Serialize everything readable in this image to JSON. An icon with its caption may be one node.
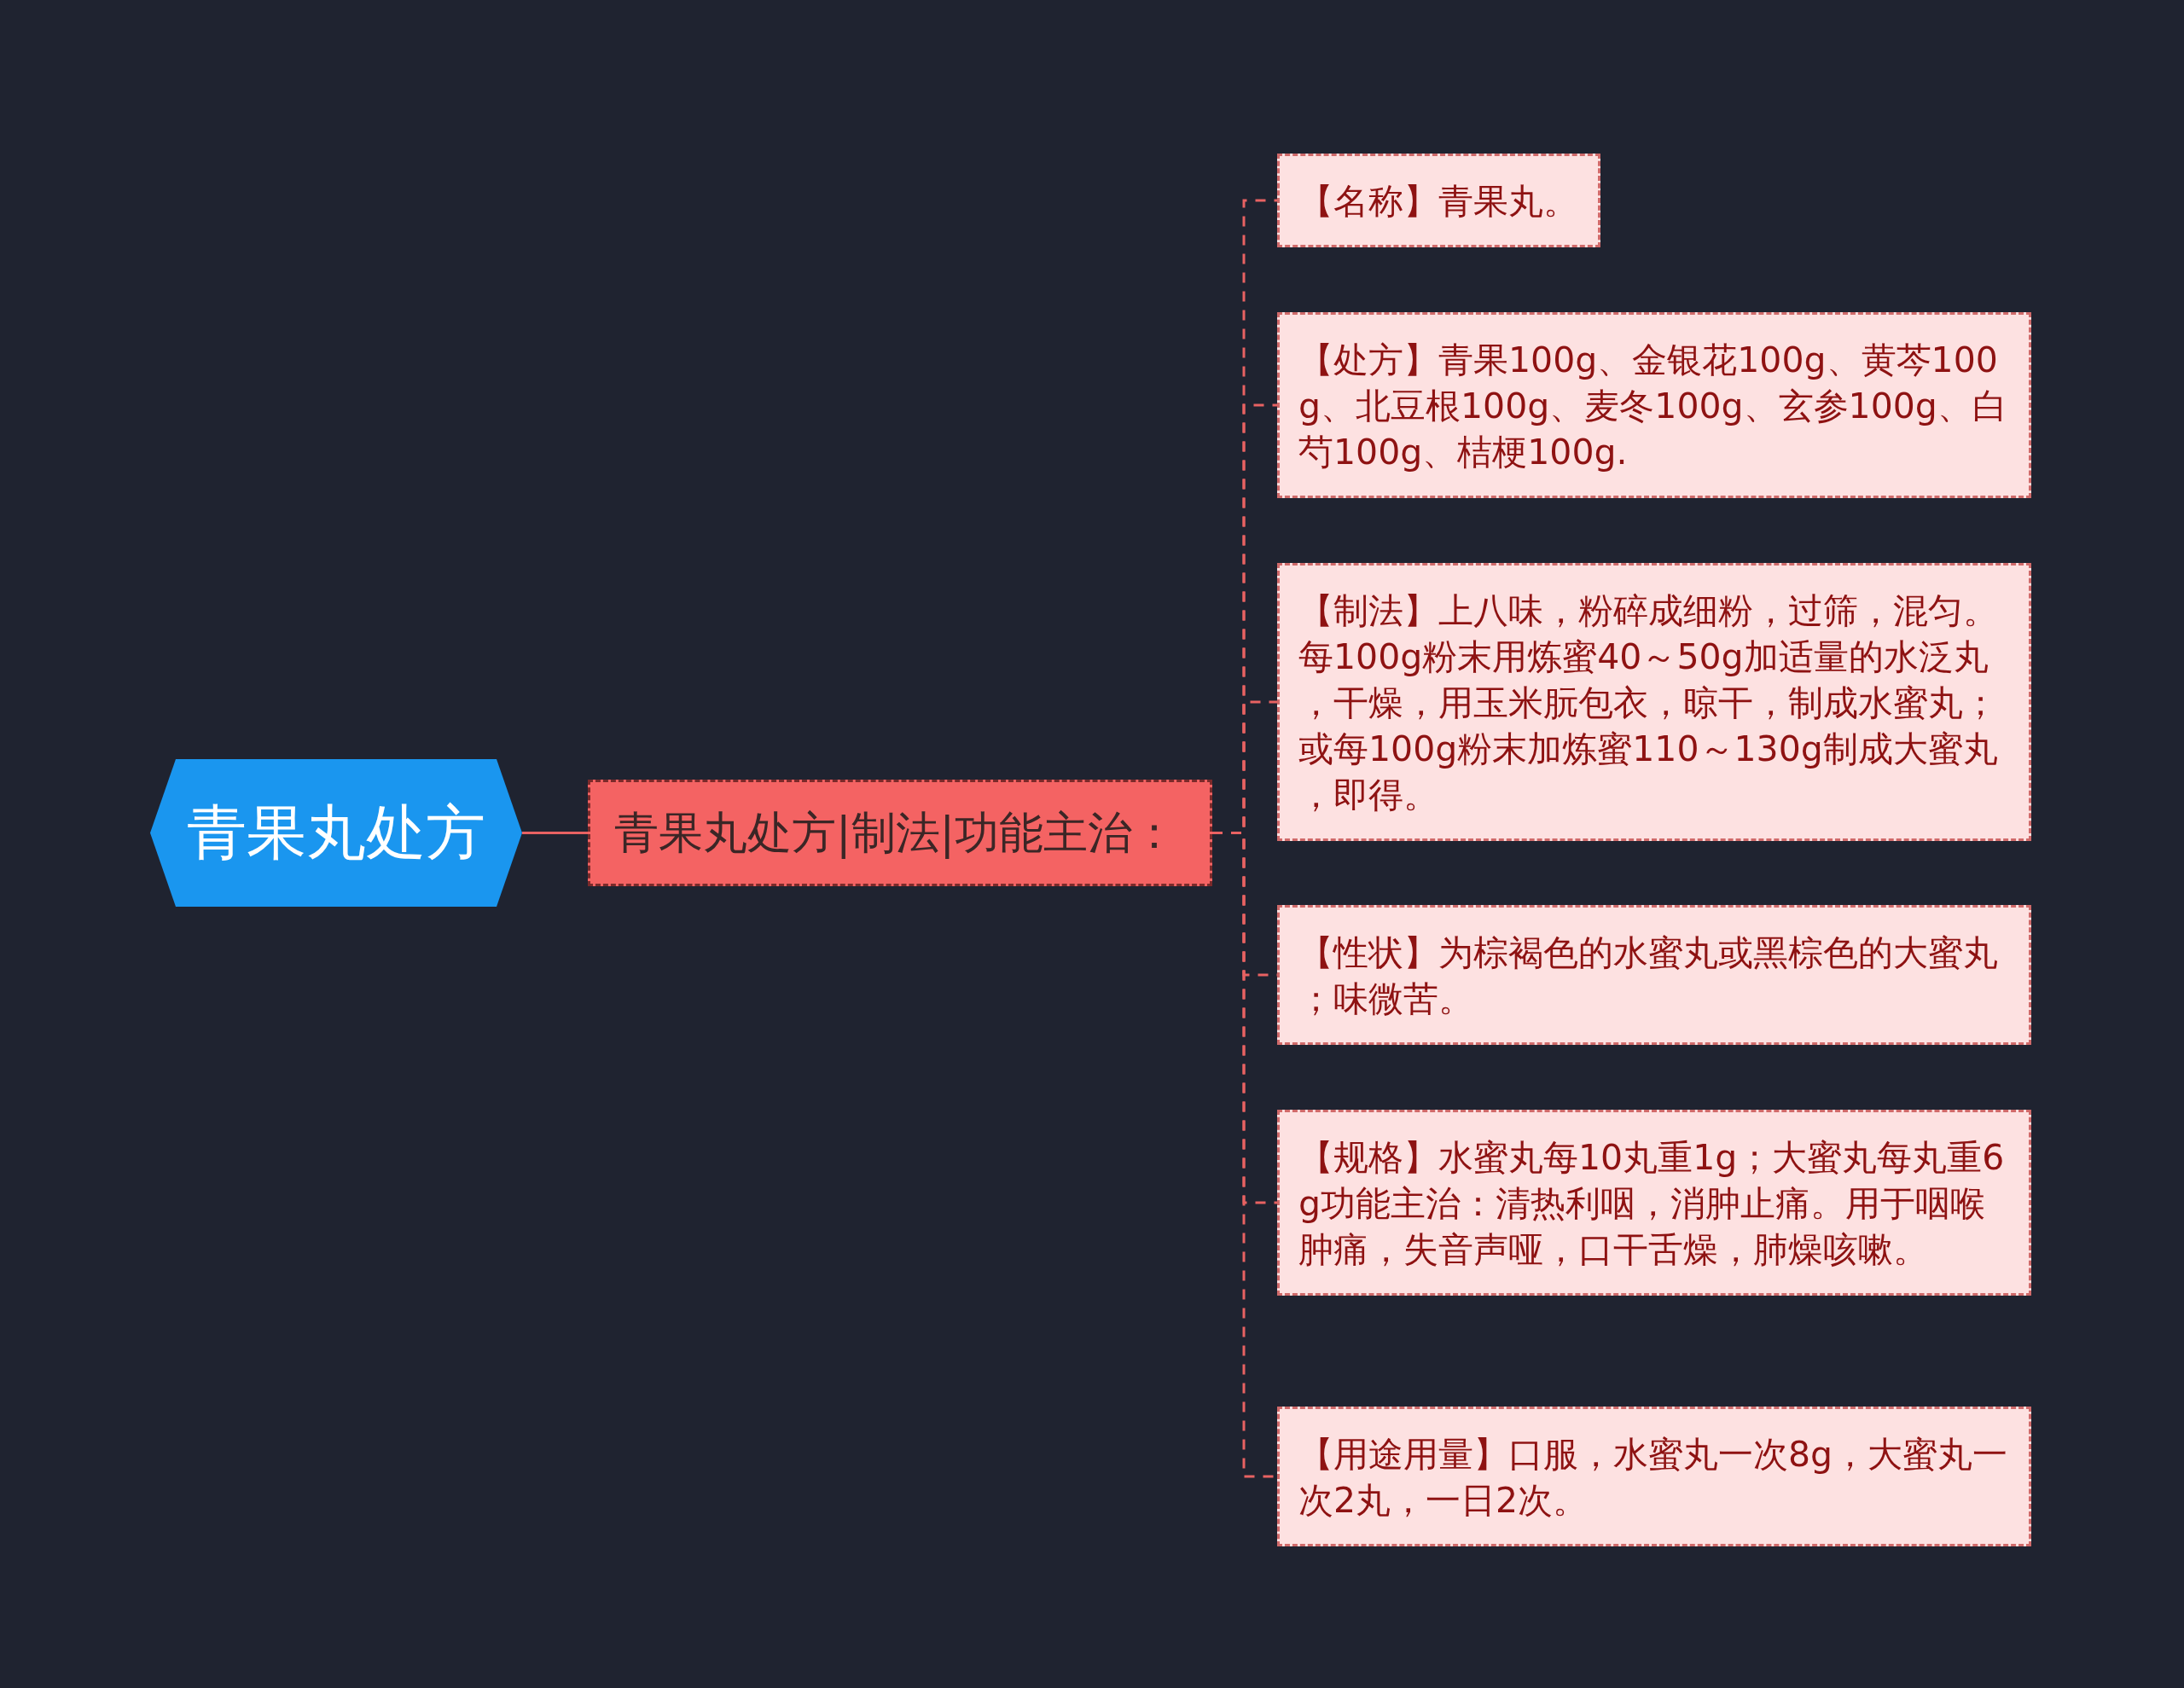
{
  "diagram": {
    "nodes": [
      {
        "text": [
          "青果丸处方"
        ]
      },
      {
        "text": [
          "青果丸处方|制法|功能主治："
        ]
      },
      {
        "text": [
          "【名称】青果丸。"
        ]
      },
      {
        "text": [
          "【处方】青果100g、金银花100g、黄芩100g、北豆根100g、麦冬100g、玄参100g、白芍100g、桔梗100g."
        ]
      },
      {
        "text": [
          "【制法】上八味，粉碎成细粉，过筛，混匀。每100g粉末用炼蜜40～50g加适量的水泛丸，干燥，用玉米朊包衣，晾干，制成水蜜丸；或每100g粉末加炼蜜110～130g制成大蜜丸，即得。"
        ]
      },
      {
        "text": [
          "【性状】为棕褐色的水蜜丸或黑棕色的大蜜丸；味微苦。"
        ]
      },
      {
        "text": [
          "【规格】水蜜丸每10丸重1g；大蜜丸每丸重6g功能主治：清热利咽，消肿止痛。用于咽喉肿痛，失音声哑，口干舌燥，肺燥咳嗽。"
        ]
      },
      {
        "text": [
          "【用途用量】口服，水蜜丸一次8g，大蜜丸一次2丸，一日2次。"
        ]
      }
    ],
    "edges": [
      {
        "from": 0,
        "to": 1,
        "arrow": "none"
      },
      {
        "from": 1,
        "to": 2,
        "arrow": "none",
        "style": "dashed"
      },
      {
        "from": 1,
        "to": 3,
        "arrow": "none",
        "style": "dashed"
      },
      {
        "from": 1,
        "to": 4,
        "arrow": "none",
        "style": "dashed"
      },
      {
        "from": 1,
        "to": 5,
        "arrow": "none",
        "style": "dashed"
      },
      {
        "from": 1,
        "to": 6,
        "arrow": "none",
        "style": "dashed"
      },
      {
        "from": 1,
        "to": 7,
        "arrow": "none",
        "style": "dashed"
      }
    ]
  }
}
